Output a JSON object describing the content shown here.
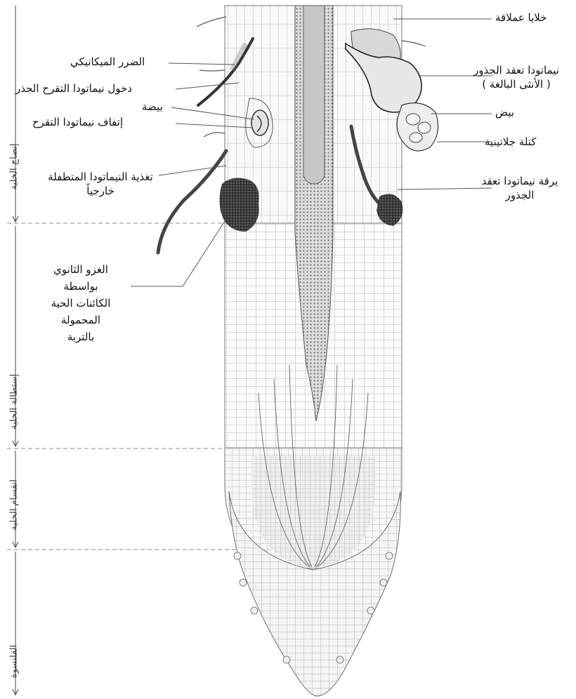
{
  "labels": {
    "giant_cells": "خلايا عملاقة",
    "mechanical_damage": "الضرر الميكانيكي",
    "lesion_entry": "دخول نيماتودا التقرح الجذر",
    "egg": "بيضة",
    "lesion_hatch": "إتفاف نيماتودا التقرح",
    "ecto_feeding_1": "تغذية النيماتودا المتطفلة",
    "ecto_feeding_2": "خارجياً",
    "rk_female_1": "نيماتودا تعقد الجذور",
    "rk_female_2": "( الأنثى البالغة )",
    "eggs": "بيض",
    "gelatinous_mass": "كتلة جلاتينية",
    "rk_larva_1": "يرقة نيماتودا تعقد",
    "rk_larva_2": "الجذور",
    "secondary_1": "الغزو الثانوي",
    "secondary_2": "بواسطة",
    "secondary_3": "الكائنات الحية",
    "secondary_4": "المحمولة",
    "secondary_5": "بالتربة"
  },
  "zones": {
    "maturation": "إنضاج الخلية",
    "elongation": "إستطالة الخلية",
    "division": "انقسام الخلية",
    "cap": "القلنسوة"
  },
  "colors": {
    "ink": "#222222",
    "leader": "#555555",
    "cell_wall": "#9a9a9a",
    "lesion": "#3b3b3b"
  }
}
